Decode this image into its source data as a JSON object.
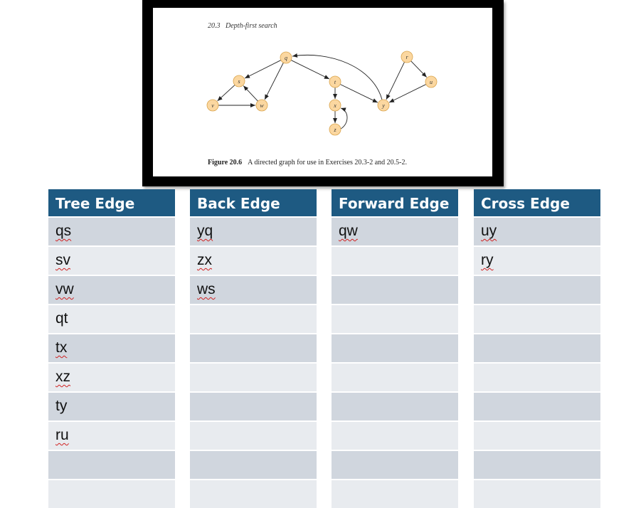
{
  "figure": {
    "header": "20.3   Depth-first search",
    "caption_label": "Figure 20.6",
    "caption_text": "A directed graph for use in Exercises 20.3-2 and 20.5-2.",
    "nodes": [
      {
        "id": "q",
        "label": "q"
      },
      {
        "id": "s",
        "label": "s"
      },
      {
        "id": "v",
        "label": "v"
      },
      {
        "id": "w",
        "label": "w"
      },
      {
        "id": "t",
        "label": "t"
      },
      {
        "id": "x",
        "label": "x"
      },
      {
        "id": "z",
        "label": "z"
      },
      {
        "id": "y",
        "label": "y"
      },
      {
        "id": "r",
        "label": "r"
      },
      {
        "id": "u",
        "label": "u"
      }
    ],
    "edges": [
      [
        "q",
        "s"
      ],
      [
        "q",
        "w"
      ],
      [
        "q",
        "t"
      ],
      [
        "s",
        "v"
      ],
      [
        "v",
        "w"
      ],
      [
        "w",
        "s"
      ],
      [
        "t",
        "x"
      ],
      [
        "t",
        "y"
      ],
      [
        "x",
        "z"
      ],
      [
        "z",
        "x"
      ],
      [
        "y",
        "q"
      ],
      [
        "r",
        "u"
      ],
      [
        "r",
        "y"
      ],
      [
        "u",
        "y"
      ]
    ],
    "node_color": "#fbd7a0",
    "node_stroke": "#d9a34a"
  },
  "table": {
    "header_color": "#1e5a82",
    "columns": [
      {
        "title": "Tree Edge",
        "cells": [
          "qs",
          "sv",
          "vw",
          "qt",
          "tx",
          "xz",
          "ty",
          "ru",
          "",
          ""
        ],
        "squiggle": [
          true,
          true,
          true,
          false,
          true,
          true,
          false,
          true,
          false,
          false
        ]
      },
      {
        "title": "Back Edge",
        "cells": [
          "yq",
          "zx",
          "ws",
          "",
          "",
          "",
          "",
          "",
          "",
          ""
        ],
        "squiggle": [
          true,
          true,
          true,
          false,
          false,
          false,
          false,
          false,
          false,
          false
        ]
      },
      {
        "title": "Forward Edge",
        "cells": [
          "qw",
          "",
          "",
          "",
          "",
          "",
          "",
          "",
          "",
          ""
        ],
        "squiggle": [
          true,
          false,
          false,
          false,
          false,
          false,
          false,
          false,
          false,
          false
        ]
      },
      {
        "title": "Cross Edge",
        "cells": [
          "uy",
          "ry",
          "",
          "",
          "",
          "",
          "",
          "",
          "",
          ""
        ],
        "squiggle": [
          true,
          true,
          false,
          false,
          false,
          false,
          false,
          false,
          false,
          false
        ]
      }
    ]
  }
}
